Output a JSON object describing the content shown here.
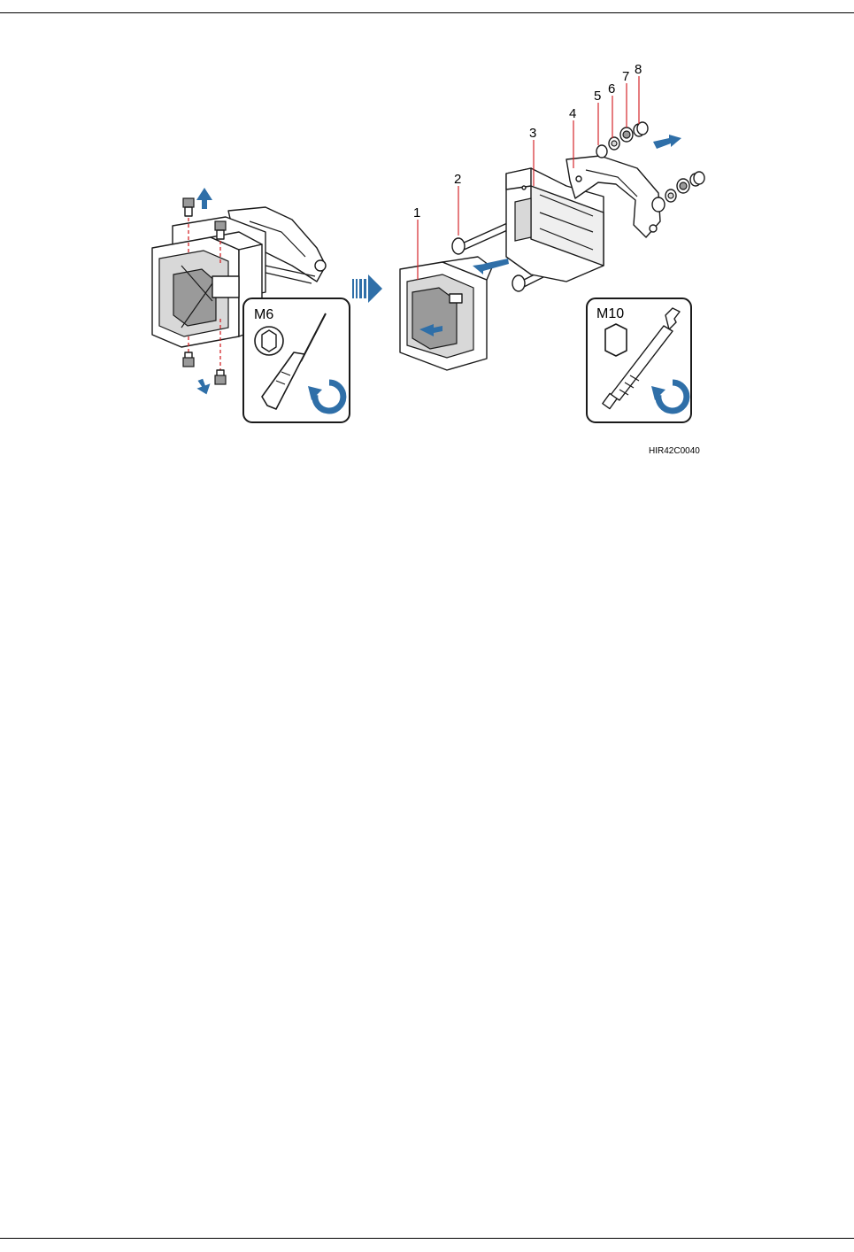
{
  "figure": {
    "callouts": [
      "1",
      "2",
      "3",
      "4",
      "5",
      "6",
      "7",
      "8"
    ],
    "tool_left": {
      "label": "M6",
      "tool": "screwdriver-icon",
      "rotation": "counterclockwise-icon"
    },
    "tool_right": {
      "label": "M10",
      "tool": "wrench-icon",
      "rotation": "counterclockwise-icon"
    },
    "figure_id": "HIR42C0040",
    "colors": {
      "arrow": "#2f6fa8",
      "leader": "#d4262a",
      "line": "#1a1a1a"
    }
  }
}
